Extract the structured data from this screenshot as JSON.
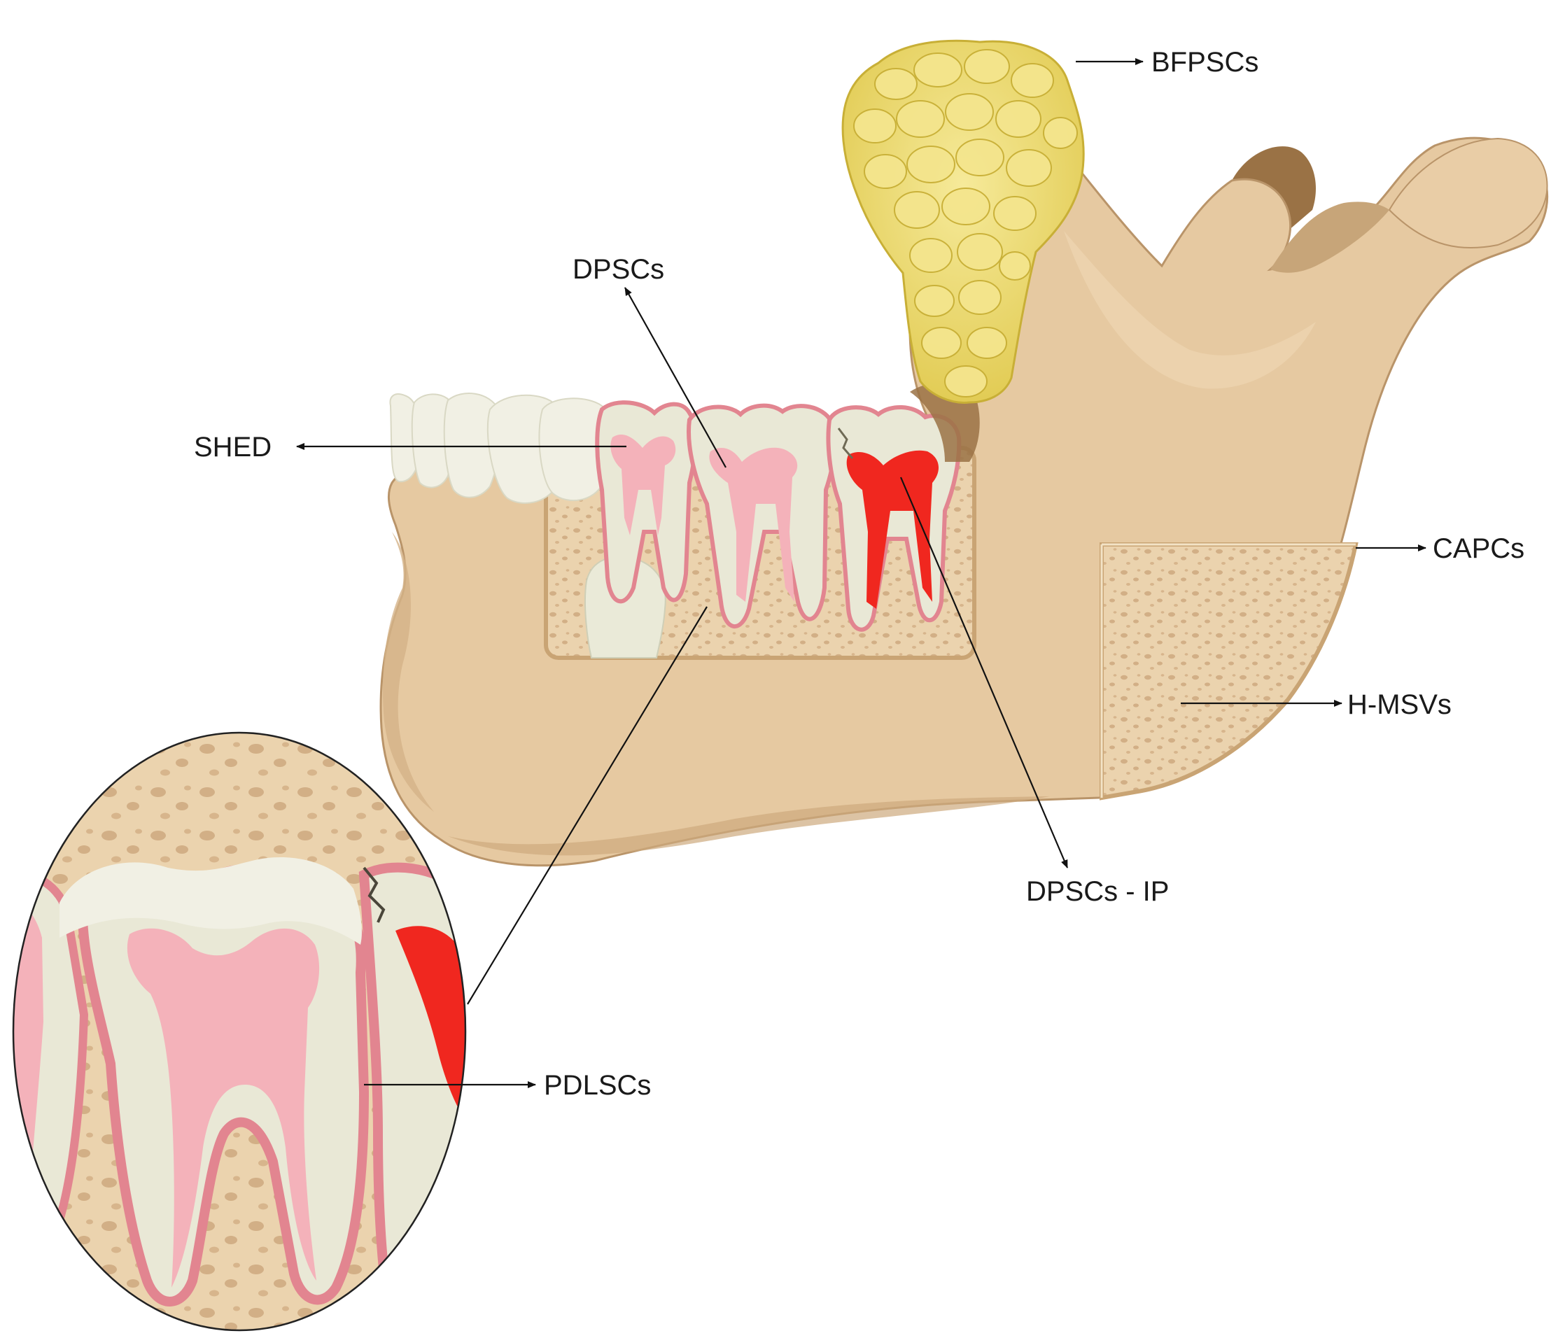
{
  "labels": {
    "bfpscs": "BFPSCs",
    "dpscs": "DPSCs",
    "shed": "SHED",
    "capcs": "CAPCs",
    "hmsvs": "H-MSVs",
    "dpscs_ip": "DPSCs - IP",
    "pdlscs": "PDLSCs"
  },
  "colors": {
    "bone": "#E6C9A1",
    "bone_edge": "#B99469",
    "bone_shadow": "#C9A77C",
    "cancellous": "#EBD3AE",
    "pore": "#D2AF86",
    "fat": "#EEDC74",
    "fat_edge": "#C8AF36",
    "enamel": "#F1F0E4",
    "dentin": "#E9E8D6",
    "pulp": "#F4B2BA",
    "pulp_inflamed": "#F0271F",
    "pdl": "#E8848C",
    "socket": "#D7A97C"
  },
  "icons": [
    "arrow-head-icon"
  ]
}
